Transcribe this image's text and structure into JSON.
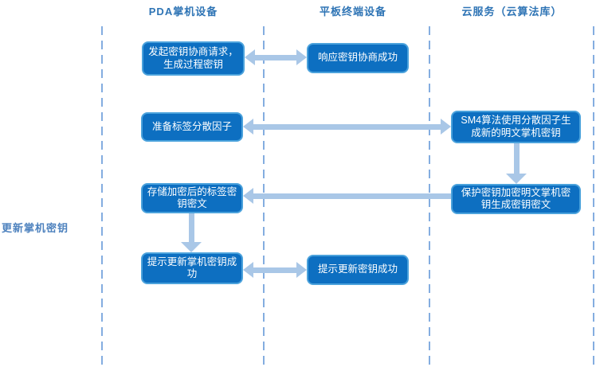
{
  "lanes": [
    {
      "label": "PDA掌机设备"
    },
    {
      "label": "平板终端设备"
    },
    {
      "label": "云服务（云算法库）"
    }
  ],
  "side_label": "更新掌机密钥",
  "nodes": {
    "pda_request": "发起密钥协商请求，\n生成过程密钥",
    "tablet_response": "响应密钥协商成功",
    "pda_prepare_factor": "准备标签分散因子",
    "cloud_sm4_generate": "SM4算法使用分散因子生\n成新的明文掌机密钥",
    "cloud_protect_encrypt": "保护密钥加密明文掌机密\n钥生成密钥密文",
    "pda_store_ciphertext": "存储加密后的标签密\n钥密文",
    "pda_prompt_success": "提示更新掌机密钥成\n功",
    "tablet_prompt_success": "提示更新密钥成功"
  },
  "colors": {
    "node_fill": "#0d6fc1",
    "node_border": "#4ba2dc",
    "node_text": "#ffffff",
    "arrow": "#a9c7e7",
    "lane_dash": "#84ade0",
    "header_text": "#2e74b5",
    "side_label_text": "#4e82be",
    "background": "#ffffff"
  }
}
